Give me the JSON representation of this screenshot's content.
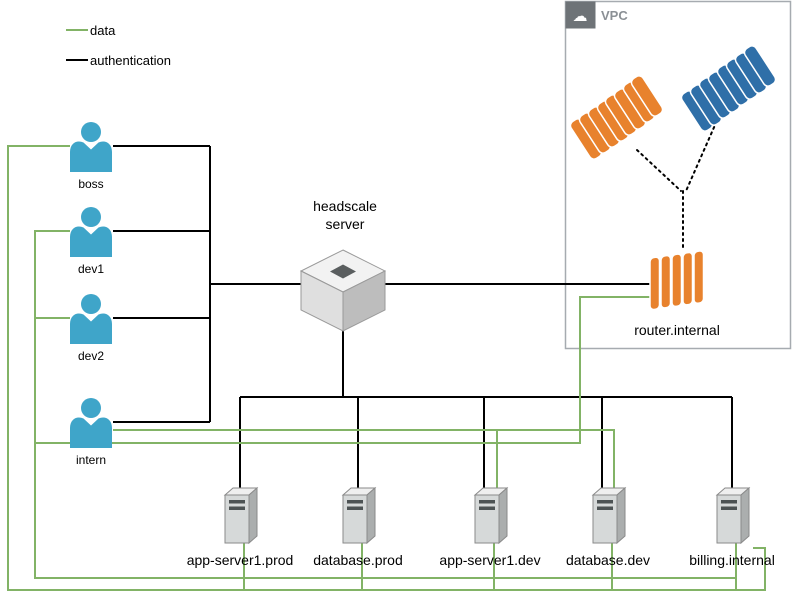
{
  "legend": {
    "data_label": "data",
    "auth_label": "authentication",
    "data_color": "#82B366",
    "auth_color": "#000000"
  },
  "users": [
    {
      "label": "boss"
    },
    {
      "label": "dev1"
    },
    {
      "label": "dev2"
    },
    {
      "label": "intern"
    }
  ],
  "headscale": {
    "line1": "headscale",
    "line2": "server"
  },
  "vpc": {
    "label": "VPC",
    "cloud_glyph": "☁",
    "router_label": "router.internal"
  },
  "servers": [
    {
      "label": "app-server1.prod"
    },
    {
      "label": "database.prod"
    },
    {
      "label": "app-server1.dev"
    },
    {
      "label": "database.dev"
    },
    {
      "label": "billing.internal"
    }
  ],
  "colors": {
    "data_line": "#82B366",
    "auth_line": "#000000",
    "user_icon": "#3FA5C9",
    "orange_node": "#E8822D",
    "blue_node": "#2F6FA8",
    "server_front": "#D6D9D9",
    "vpc_border": "#A6ABB0",
    "vpc_badge": "#6E7377"
  }
}
